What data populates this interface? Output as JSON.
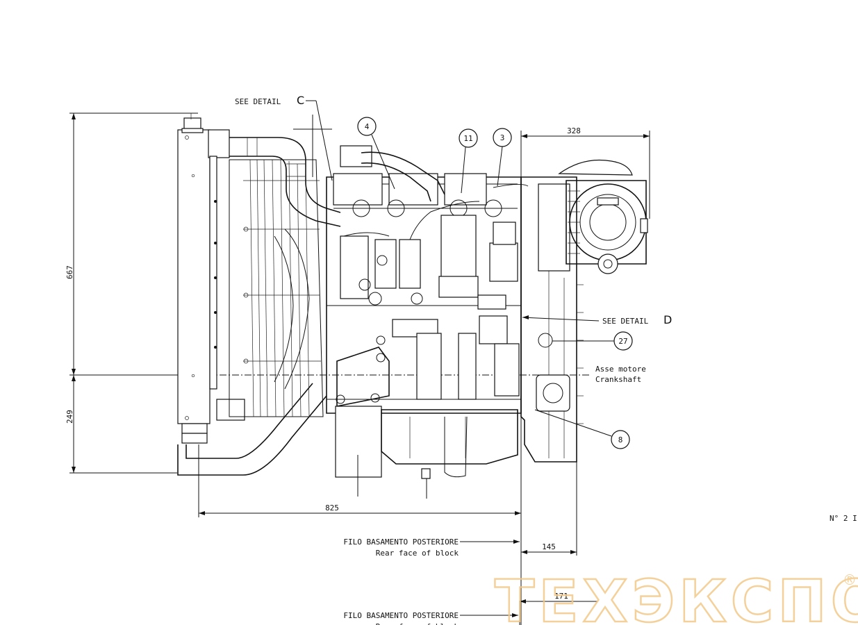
{
  "labels": {
    "see_detail": "SEE DETAIL",
    "detail_c": "C",
    "detail_d": "D",
    "axis_it": "Asse motore",
    "axis_en": "Crankshaft",
    "rear_it": "FILO BASAMENTO POSTERIORE",
    "rear_en": "Rear face of block",
    "sheet_no": "N° 2 I"
  },
  "dimensions": {
    "height_upper": "667",
    "height_lower": "249",
    "width_total": "825",
    "width_top": "328",
    "width_bottom": "145",
    "width_second": "171"
  },
  "callouts": [
    "4",
    "11",
    "3",
    "27",
    "8"
  ],
  "watermark": {
    "text": "ТЕХЭКСПО",
    "mark": "®",
    "color": "#f3c98a"
  }
}
